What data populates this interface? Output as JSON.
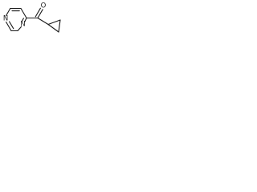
{
  "structure": {
    "atoms": {
      "ring_n1": {
        "label": "N"
      },
      "ring_n3": {
        "label": "N"
      },
      "carbonyl_o": {
        "label": "O"
      }
    }
  }
}
